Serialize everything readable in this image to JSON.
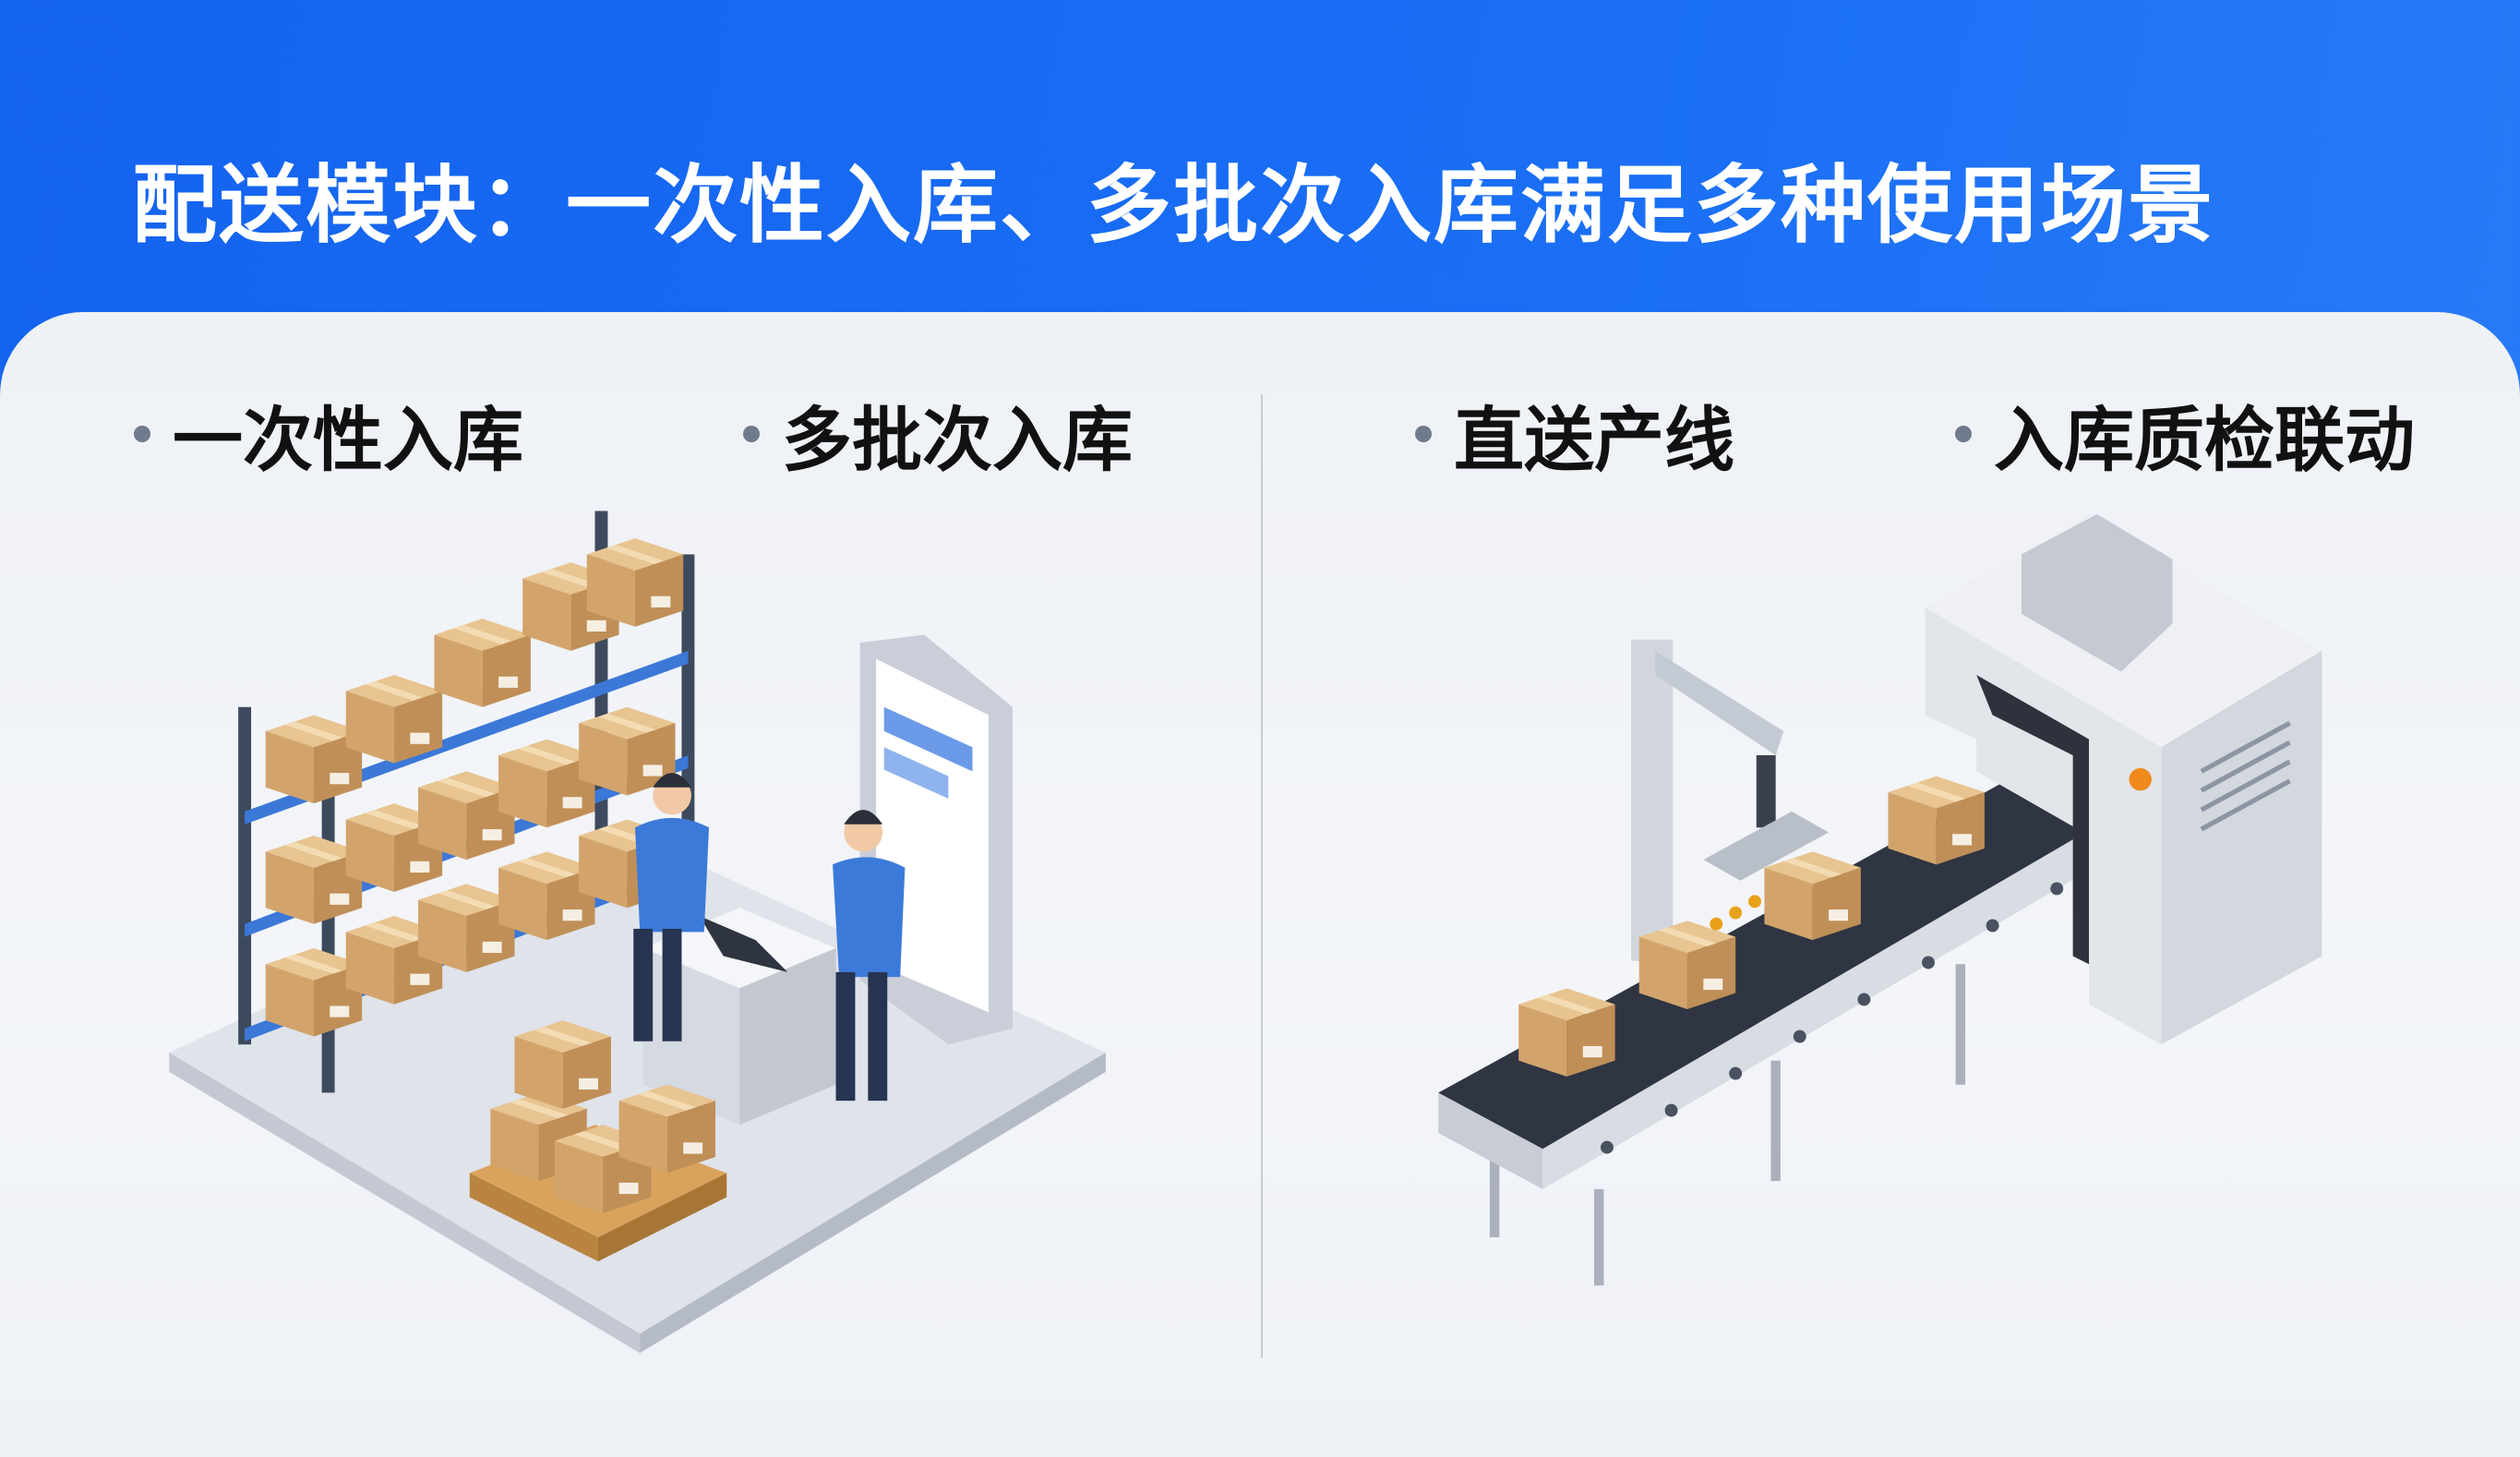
{
  "title": "配送模块：一次性入库、多批次入库满足多种使用场景",
  "bullets": [
    {
      "label": "一次性入库"
    },
    {
      "label": "多批次入库"
    },
    {
      "label": "直送产线"
    },
    {
      "label": "入库质检联动"
    }
  ],
  "colors": {
    "brand_blue": "#1463ef",
    "panel": "#f0f3f7",
    "box": "#d9b07a"
  }
}
